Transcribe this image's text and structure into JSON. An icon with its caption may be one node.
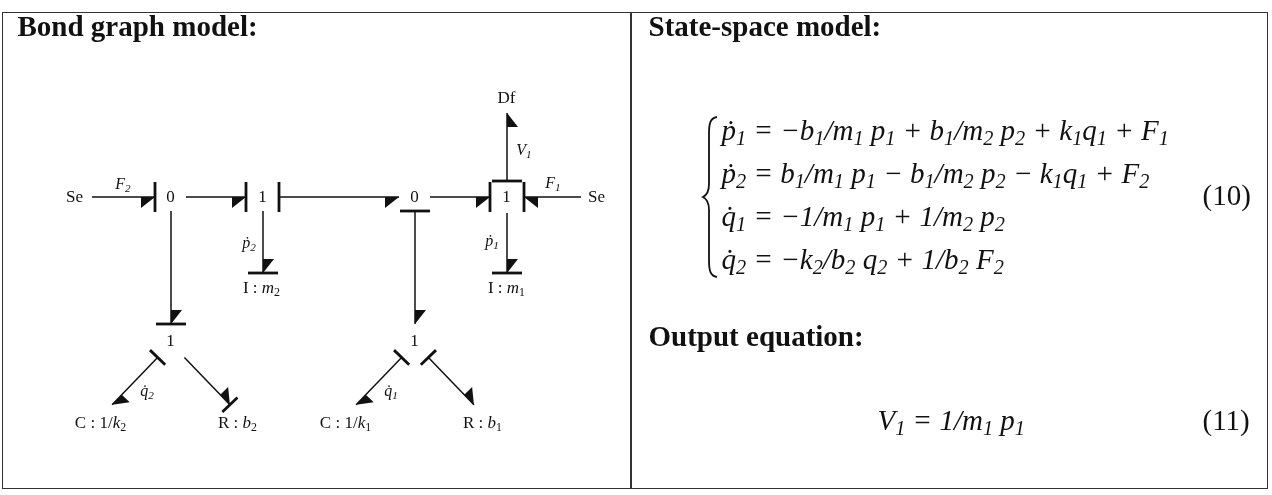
{
  "diagram": {
    "nodes": [
      {
        "text": [
          "Bond graph model:"
        ]
      },
      {
        "text": [
          "Df"
        ],
        "in": 0
      },
      {
        "text": [
          "Se"
        ],
        "in": 0
      },
      {
        "text": [
          "0"
        ],
        "in": 0
      },
      {
        "text": [
          "1"
        ],
        "in": 0
      },
      {
        "text": [
          "0"
        ],
        "in": 0
      },
      {
        "text": [
          "1"
        ],
        "in": 0
      },
      {
        "text": [
          "Se"
        ],
        "in": 0
      },
      {
        "text": [
          "I : *m*$_{2}$"
        ],
        "in": 0
      },
      {
        "text": [
          "I : *m*$_{1}$"
        ],
        "in": 0
      },
      {
        "text": [
          "1"
        ],
        "in": 0
      },
      {
        "text": [
          "1"
        ],
        "in": 0
      },
      {
        "text": [
          "C : 1/*k*$_{2}$"
        ],
        "in": 0
      },
      {
        "text": [
          "R : *b*$_{2}$"
        ],
        "in": 0
      },
      {
        "text": [
          "C : 1/*k*$_{1}$"
        ],
        "in": 0
      },
      {
        "text": [
          "R : *b*$_{1}$"
        ],
        "in": 0
      },
      {
        "text": [
          "State-space model:",
          "ṗ$_{1}$ = −b$_{1}$/m$_{1}$ p$_{1}$ + b$_{1}$/m$_{2}$ p$_{2}$ + k$_{1}$q$_{1}$ + F$_{1}$",
          "ṗ$_{2}$ = b$_{1}$/m$_{1}$ p$_{1}$ − b$_{1}$/m$_{2}$ p$_{2}$ − k$_{1}$q$_{1}$ + F$_{2}$",
          "q̇$_{1}$ = −1/m$_{1}$ p$_{1}$ + 1/m$_{2}$ p$_{2}$",
          "q̇$_{2}$ = −k$_{2}$/b$_{2}$ q$_{2}$ + 1/b$_{2}$ F$_{2}$",
          "(10)",
          "Output equation:",
          "V$_{1}$ = 1/m$_{1}$ p$_{1}$",
          "(11)"
        ]
      }
    ],
    "edges": [
      {
        "from": 2,
        "to": 3,
        "arrow": "to",
        "label": "F$_{2}$"
      },
      {
        "from": 3,
        "to": 4,
        "arrow": "to"
      },
      {
        "from": 4,
        "to": 5,
        "arrow": "to"
      },
      {
        "from": 5,
        "to": 6,
        "arrow": "to"
      },
      {
        "from": 6,
        "to": 1,
        "arrow": "to",
        "label": "V$_{1}$"
      },
      {
        "from": 7,
        "to": 6,
        "arrow": "to",
        "label": "F$_{1}$"
      },
      {
        "from": 4,
        "to": 8,
        "arrow": "to",
        "label": "ṗ$_{2}$"
      },
      {
        "from": 6,
        "to": 9,
        "arrow": "to",
        "label": "ṗ$_{1}$"
      },
      {
        "from": 3,
        "to": 10,
        "arrow": "to"
      },
      {
        "from": 5,
        "to": 11,
        "arrow": "to"
      },
      {
        "from": 10,
        "to": 12,
        "arrow": "to",
        "label": "q̇$_{2}$"
      },
      {
        "from": 10,
        "to": 13,
        "arrow": "to"
      },
      {
        "from": 11,
        "to": 14,
        "arrow": "to",
        "label": "q̇$_{1}$"
      },
      {
        "from": 11,
        "to": 15,
        "arrow": "to"
      }
    ]
  }
}
